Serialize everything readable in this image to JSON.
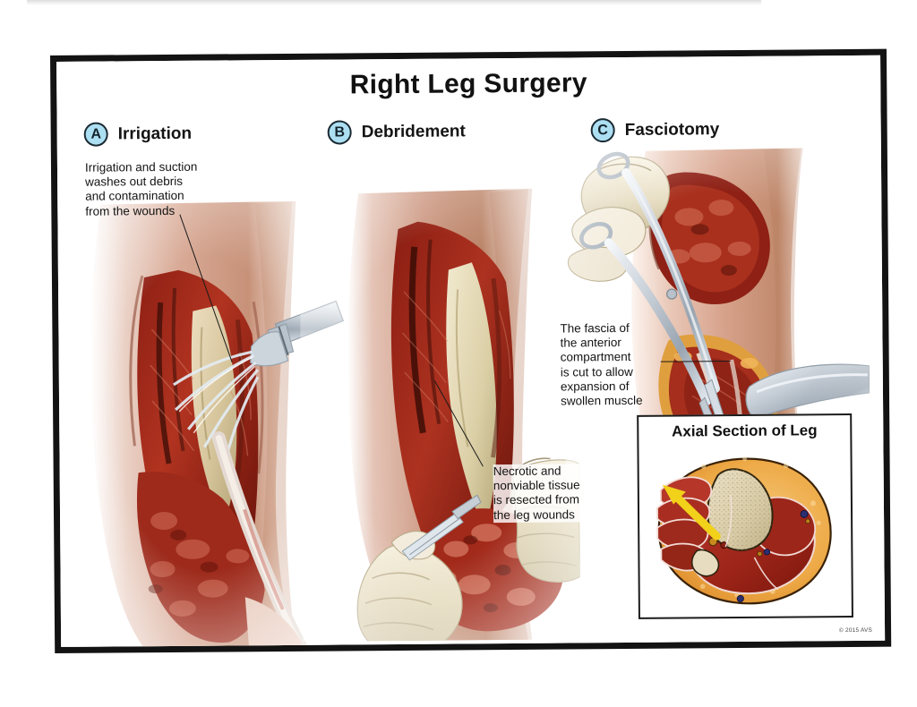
{
  "poster": {
    "title": "Right Leg Surgery",
    "copyright": "© 2015 AVS"
  },
  "panels": [
    {
      "badge": "A",
      "title": "Irrigation",
      "annotation": "Irrigation and suction\nwashes out debris\nand contamination\nfrom the wounds"
    },
    {
      "badge": "B",
      "title": "Debridement",
      "annotation": "Necrotic and\nnonviable tissue\nis resected from\nthe leg wounds"
    },
    {
      "badge": "C",
      "title": "Fasciotomy",
      "annotation": "The fascia of\nthe anterior\ncompartment\nis cut to allow\nexpansion of\nswollen muscle"
    }
  ],
  "inset": {
    "title": "Axial Section of Leg",
    "arrow_color": "#f2d11a"
  },
  "colors": {
    "badge_fill": "#addff2",
    "badge_stroke": "#1b2a33",
    "frame": "#131313",
    "text": "#131313",
    "skin_light": "#e9c7b8",
    "skin_mid": "#d9a994",
    "muscle_dark": "#7e1a12",
    "muscle_red": "#a8281c",
    "bone_cream": "#ded1a9",
    "fat_orange": "#e8a646",
    "glove_cream": "#efe6cf",
    "steel": "#c9cfd6"
  }
}
